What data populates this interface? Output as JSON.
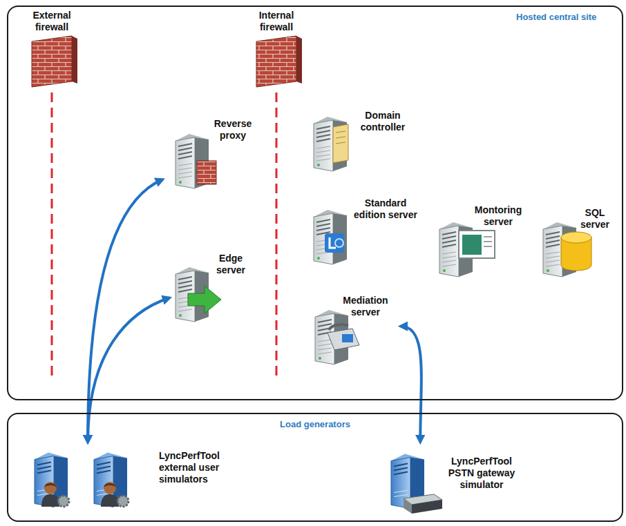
{
  "diagram": {
    "nodes": [
      {
        "text": [
          "Hosted central site"
        ]
      },
      {
        "text": [
          "External firewall"
        ],
        "in": 0
      },
      {
        "text": [
          "Internal firewall"
        ],
        "in": 0
      },
      {
        "text": [
          "Reverse proxy"
        ],
        "in": 0
      },
      {
        "text": [
          "Domain controller"
        ],
        "in": 0
      },
      {
        "text": [
          "Standard edition server"
        ],
        "in": 0
      },
      {
        "text": [
          "Montoring server"
        ],
        "in": 0
      },
      {
        "text": [
          "SQL server"
        ],
        "in": 0
      },
      {
        "text": [
          "Edge server"
        ],
        "in": 0
      },
      {
        "text": [
          "Mediation server"
        ],
        "in": 0
      },
      {
        "text": [
          "Load generators"
        ]
      },
      {
        "text": [
          "LyncPerfTool external user simulators"
        ],
        "in": 10
      },
      {
        "text": [
          "LyncPerfTool PSTN gateway simulator"
        ],
        "in": 10
      }
    ],
    "edges": [
      {
        "from": 11,
        "to": 3,
        "arrow": "both"
      },
      {
        "from": 11,
        "to": 8,
        "arrow": "both"
      },
      {
        "from": 12,
        "to": 9,
        "arrow": "both"
      }
    ]
  }
}
